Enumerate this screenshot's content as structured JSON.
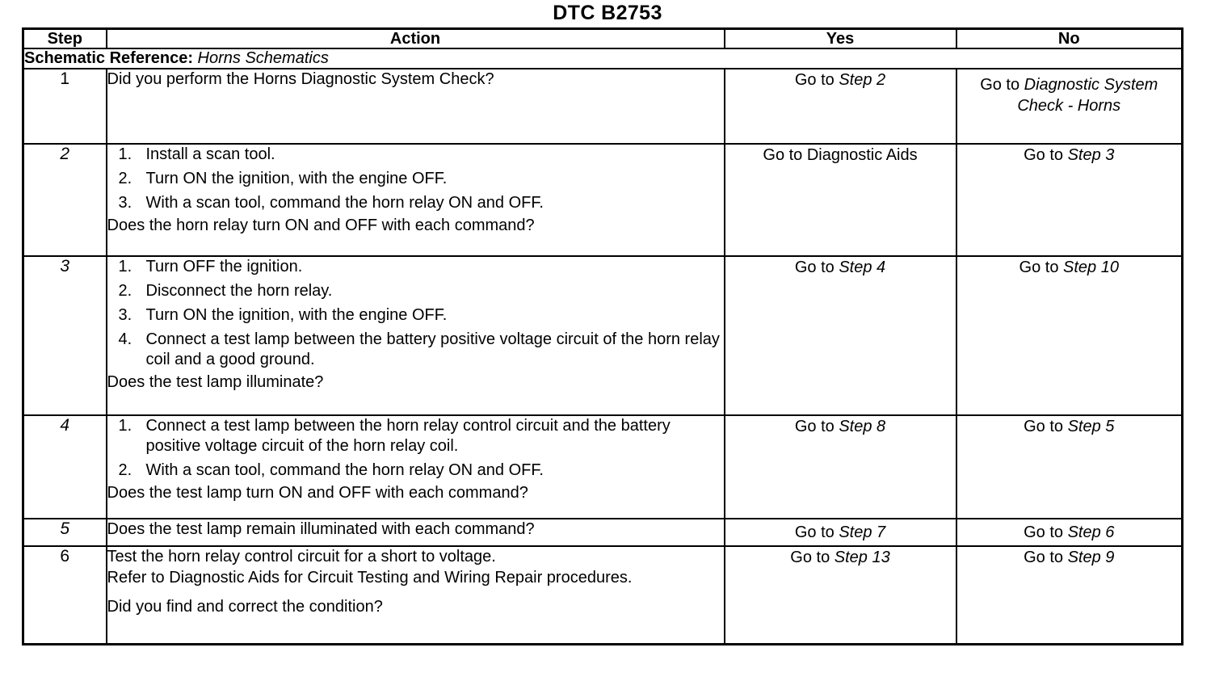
{
  "document": {
    "title": "DTC B2753"
  },
  "table": {
    "headers": {
      "step": "Step",
      "action": "Action",
      "yes": "Yes",
      "no": "No"
    },
    "schematic": {
      "label": "Schematic Reference:",
      "value": "Horns Schematics"
    },
    "rows": [
      {
        "step": "1",
        "step_italic": false,
        "action_lines": [
          "Did you perform the Horns Diagnostic System Check?"
        ],
        "action_list": [],
        "action_tail": "",
        "yes_prefix": "Go to ",
        "yes_ref": "Step 2",
        "no_prefix": "Go to ",
        "no_ref": "Diagnostic System Check - Horns"
      },
      {
        "step": "2",
        "step_italic": true,
        "action_lines": [],
        "action_list": [
          {
            "num": "1.",
            "text": "Install a scan tool."
          },
          {
            "num": "2.",
            "text": "Turn ON the ignition, with the engine OFF."
          },
          {
            "num": "3.",
            "text": "With a scan tool, command the horn relay ON and OFF."
          }
        ],
        "action_tail": "Does the horn relay turn ON and OFF with each command?",
        "yes_prefix": "Go to Diagnostic Aids",
        "yes_ref": "",
        "no_prefix": "Go to ",
        "no_ref": "Step 3"
      },
      {
        "step": "3",
        "step_italic": true,
        "action_lines": [],
        "action_list": [
          {
            "num": "1.",
            "text": "Turn OFF the ignition."
          },
          {
            "num": "2.",
            "text": "Disconnect the horn relay."
          },
          {
            "num": "3.",
            "text": "Turn ON the ignition, with the engine OFF."
          },
          {
            "num": "4.",
            "text": "Connect a test lamp between the battery positive voltage circuit of the horn relay coil and a good ground."
          }
        ],
        "action_tail": "Does the test lamp illuminate?",
        "yes_prefix": "Go to ",
        "yes_ref": "Step 4",
        "no_prefix": "Go to ",
        "no_ref": "Step 10"
      },
      {
        "step": "4",
        "step_italic": true,
        "action_lines": [],
        "action_list": [
          {
            "num": "1.",
            "text": "Connect a test lamp between the horn relay control circuit and the battery positive voltage circuit of the horn relay coil."
          },
          {
            "num": "2.",
            "text": "With a scan tool, command the horn relay ON and OFF."
          }
        ],
        "action_tail": "Does the test lamp turn ON and OFF with each command?",
        "yes_prefix": "Go to ",
        "yes_ref": "Step 8",
        "no_prefix": "Go to ",
        "no_ref": "Step 5"
      },
      {
        "step": "5",
        "step_italic": true,
        "action_lines": [
          "Does the test lamp remain illuminated with each command?"
        ],
        "action_list": [],
        "action_tail": "",
        "yes_prefix": "Go to ",
        "yes_ref": "Step 7",
        "no_prefix": "Go to ",
        "no_ref": "Step 6"
      },
      {
        "step": "6",
        "step_italic": false,
        "action_lines": [
          "Test the horn relay control circuit for a short to voltage.",
          "Refer to Diagnostic Aids for Circuit Testing and Wiring Repair procedures."
        ],
        "action_list": [],
        "action_tail": "Did you find and correct the condition?",
        "yes_prefix": "Go to ",
        "yes_ref": "Step 13",
        "no_prefix": "Go to ",
        "no_ref": "Step 9"
      }
    ]
  }
}
